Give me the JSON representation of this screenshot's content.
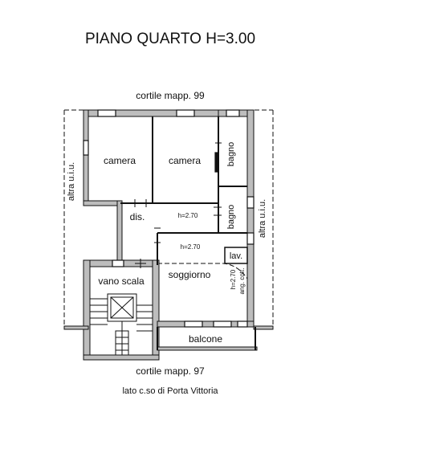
{
  "title": "PIANO QUARTO H=3.00",
  "labels": {
    "north_courtyard": "cortile mapp. 99",
    "south_courtyard": "cortile mapp. 97",
    "street": "lato c.so di Porta Vittoria",
    "west_neighbour": "altra u.i.u.",
    "east_neighbour": "altra u.i.u."
  },
  "rooms": {
    "camera_1": "camera",
    "camera_2": "camera",
    "bagno_1": "bagno",
    "bagno_2": "bagno",
    "dis": "dis.",
    "vano_scala": "vano scala",
    "soggiorno": "soggiorno",
    "lav": "lav.",
    "balcone": "balcone"
  },
  "annotations": {
    "h_dis": "h=2.70",
    "h_soggiorno": "h=2.70",
    "h_ang_cott": "h=2.70",
    "ang_cott": "ang. cott."
  },
  "colors": {
    "wall_fill": "#bdbdbd",
    "wall_stroke": "#111111",
    "line": "#111111"
  }
}
